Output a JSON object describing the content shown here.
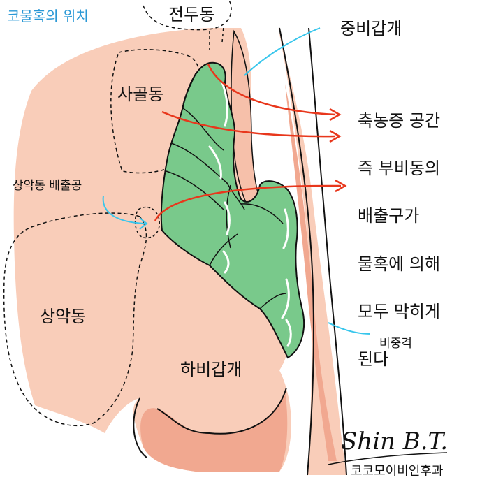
{
  "title": "코물혹의 위치",
  "labels": {
    "frontal_sinus": "전두동",
    "middle_turbinate": "중비갑개",
    "ethmoid_sinus": "사골동",
    "maxillary_ostium": "상악동 배출공",
    "maxillary_sinus": "상악동",
    "inferior_turbinate": "하비갑개",
    "septum": "비중격"
  },
  "note_lines": [
    "축농증 공간",
    "즉 부비동의",
    "배출구가",
    "물혹에 의해",
    "모두 막히게",
    "된다"
  ],
  "signature": "Shin B.T.",
  "clinic": "코코모이비인후과",
  "colors": {
    "tissue": "#f9cdb9",
    "tissue_shadow": "#f1a890",
    "polyp": "#79c98b",
    "polyp_highlight": "#ffffff",
    "arrow": "#e8371c",
    "pointer": "#38c6ec",
    "title": "#2a98d6"
  }
}
